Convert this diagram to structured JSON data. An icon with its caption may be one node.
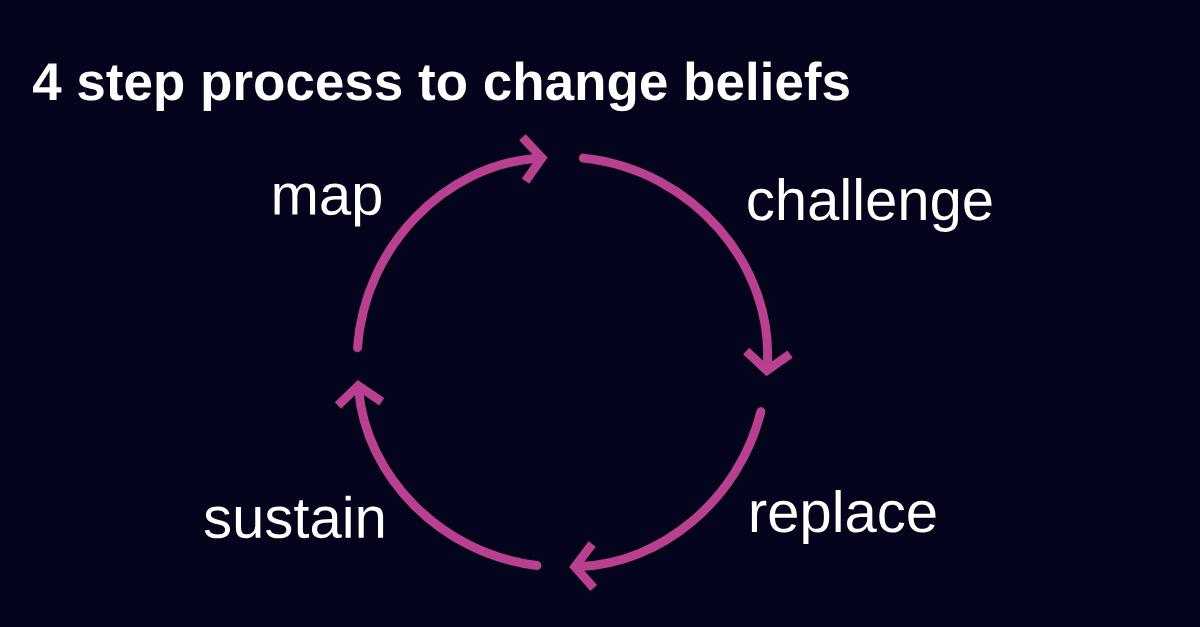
{
  "diagram": {
    "title": "4 step process to change beliefs",
    "nodes": [
      {
        "text": [
          "map"
        ]
      },
      {
        "text": [
          "challenge"
        ]
      },
      {
        "text": [
          "replace"
        ]
      },
      {
        "text": [
          "sustain"
        ]
      }
    ]
  }
}
